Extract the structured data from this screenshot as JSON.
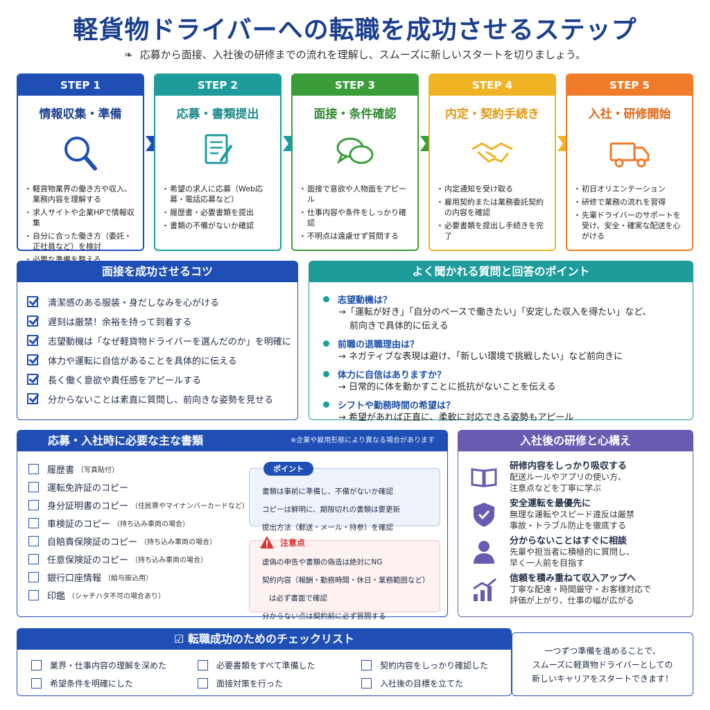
{
  "header": {
    "title": "軽貨物ドライバーへの転職を成功させるステップ",
    "subtitle": "応募から面接、入社後の研修までの流れを理解し、スムーズに新しいスタートを切りましょう。"
  },
  "colors": {
    "step1": "#1f4fb5",
    "step2": "#1e9c9c",
    "step3": "#3a9d3a",
    "step4": "#f0b323",
    "step5": "#f07b2a",
    "navy": "#1a3f8f",
    "purple": "#6a5bb0"
  },
  "steps": [
    {
      "label": "STEP 1",
      "title": "情報収集・準備",
      "icon": "search-icon",
      "items": [
        "軽貨物業界の働き方や収入、業務内容を理解する",
        "求人サイトや企業HPで情報収集",
        "自分に合った働き方（委託・正社員など）を検討",
        "必要な準備を整える"
      ]
    },
    {
      "label": "STEP 2",
      "title": "応募・書類提出",
      "icon": "document-icon",
      "items": [
        "希望の求人に応募（Web応募・電話応募など）",
        "履歴書・必要書類を提出",
        "書類の不備がないか確認"
      ]
    },
    {
      "label": "STEP 3",
      "title": "面接・条件確認",
      "icon": "chat-icon",
      "items": [
        "面接で意欲や人物面をアピール",
        "仕事内容や条件をしっかり確認",
        "不明点は遠慮せず質問する"
      ]
    },
    {
      "label": "STEP 4",
      "title": "内定・契約手続き",
      "icon": "handshake-icon",
      "items": [
        "内定通知を受け取る",
        "雇用契約または業務委託契約の内容を確認",
        "必要書類を提出し手続きを完了"
      ]
    },
    {
      "label": "STEP 5",
      "title": "入社・研修開始",
      "icon": "truck-icon",
      "items": [
        "初日オリエンテーション",
        "研修で業務の流れを習得",
        "先輩ドライバーのサポートを受け、安全・確実な配送を心がける"
      ]
    }
  ],
  "tips": {
    "title": "面接を成功させるコツ",
    "items": [
      "清潔感のある服装・身だしなみを心がける",
      "遅刻は厳禁！余裕を持って到着する",
      "志望動機は「なぜ軽貨物ドライバーを選んだのか」を明確に",
      "体力や運転に自信があることを具体的に伝える",
      "長く働く意欲や責任感をアピールする",
      "分からないことは素直に質問し、前向きな姿勢を見せる"
    ]
  },
  "qa": {
    "title": "よく聞かれる質問と回答のポイント",
    "items": [
      {
        "q": "志望動機は？",
        "a": [
          "→「運転が好き」「自分のペースで働きたい」「安定した収入を得たい」など、",
          "前向きで具体的に伝える"
        ]
      },
      {
        "q": "前職の退職理由は？",
        "a": [
          "→ ネガティブな表現は避け、「新しい環境で挑戦したい」など前向きに"
        ]
      },
      {
        "q": "体力に自信はありますか？",
        "a": [
          "→ 日常的に体を動かすことに抵抗がないことを伝える"
        ]
      },
      {
        "q": "シフトや勤務時間の希望は？",
        "a": [
          "→ 希望があれば正直に、柔軟に対応できる姿勢もアピール"
        ]
      }
    ]
  },
  "docs": {
    "title": "応募・入社時に必要な主な書類",
    "note": "※企業や雇用形態により異なる場合があります",
    "items": [
      {
        "name": "履歴書",
        "sub": "（写真貼付）"
      },
      {
        "name": "運転免許証のコピー",
        "sub": ""
      },
      {
        "name": "身分証明書のコピー",
        "sub": "（住民票やマイナンバーカードなど）"
      },
      {
        "name": "車検証のコピー",
        "sub": "（持ち込み車両の場合）"
      },
      {
        "name": "自賠責保険証のコピー",
        "sub": "（持ち込み車両の場合）"
      },
      {
        "name": "任意保険証のコピー",
        "sub": "（持ち込み車両の場合）"
      },
      {
        "name": "銀行口座情報",
        "sub": "（給与振込用）"
      },
      {
        "name": "印鑑",
        "sub": "（シャチハタ不可の場合あり）"
      }
    ],
    "point": {
      "label": "ポイント",
      "items": [
        "書類は事前に準備し、不備がないか確認",
        "コピーは鮮明に、期限切れの書類は要更新",
        "提出方法（郵送・メール・持参）を確認"
      ]
    },
    "caution": {
      "label": "注意点",
      "items": [
        "虚偽の申告や書類の偽造は絶対にNG",
        "契約内容（報酬・勤務時間・休日・業務範囲など）",
        "は必ず書面で確認",
        "分からない点は契約前に必ず質問する"
      ]
    }
  },
  "training": {
    "title": "入社後の研修と心構え",
    "items": [
      {
        "icon": "book-icon",
        "title": "研修内容をしっかり吸収する",
        "desc": [
          "配送ルールやアプリの使い方、",
          "注意点などを丁寧に学ぶ"
        ]
      },
      {
        "icon": "shield-icon",
        "title": "安全運転を最優先に",
        "desc": [
          "無理な運転やスピード違反は厳禁",
          "事故・トラブル防止を徹底する"
        ]
      },
      {
        "icon": "person-icon",
        "title": "分からないことはすぐに相談",
        "desc": [
          "先輩や担当者に積極的に質問し、",
          "早く一人前を目指す"
        ]
      },
      {
        "icon": "growth-chart-icon",
        "title": "信頼を積み重ねて収入アップへ",
        "desc": [
          "丁寧な配達・時間厳守・お客様対応で",
          "評価が上がり、仕事の幅が広がる"
        ]
      }
    ]
  },
  "checklist": {
    "title": "転職成功のためのチェックリスト",
    "items": [
      "業界・仕事内容の理解を深めた",
      "必要書類をすべて準備した",
      "契約内容をしっかり確認した",
      "希望条件を明確にした",
      "面接対策を行った",
      "入社後の目標を立てた"
    ]
  },
  "message": {
    "lines": [
      "一つずつ準備を進めることで、",
      "スムーズに軽貨物ドライバーとしての",
      "新しいキャリアをスタートできます！"
    ]
  }
}
